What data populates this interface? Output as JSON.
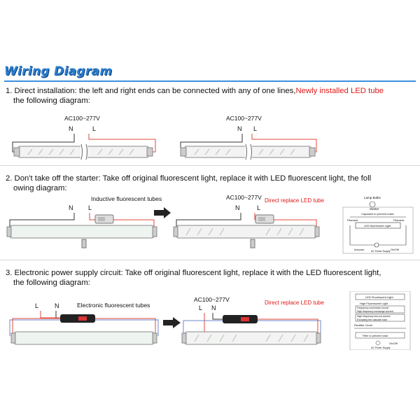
{
  "header": {
    "title": "Wiring Diagram"
  },
  "section1": {
    "text_a": "1. Direct installation: the left and right ends can be connected with any of one lines,",
    "text_red": "Newly installed LED tube",
    "text_b": "the following diagram:",
    "left_voltage": "AC100~277V",
    "left_n": "N",
    "left_l": "L",
    "right_voltage": "AC100~277V",
    "right_n": "N",
    "right_l": "L"
  },
  "section2": {
    "text_a": "2. Don't take off the starter: Take off original fluorescent light, replace it with LED fluorescent light, the foll",
    "text_b": "owing diagram:",
    "left_caption": "Inductive fluorescent tubes",
    "left_n": "N",
    "left_l": "L",
    "right_voltage": "AC100~277V",
    "right_n": "N",
    "right_l": "L",
    "right_caption": "Direct replace LED tube",
    "schem_lamp": "Lamp Bulbs",
    "schem_starter": "Starter",
    "schem_capacitor": "Capacitor to prevent noise",
    "schem_filament_l": "Filament",
    "schem_filament_r": "Filament",
    "schem_led": "LED fluorescent Light",
    "schem_inductor": "Inductor",
    "schem_ac": "AC Power Supply",
    "schem_onoff": "On/Off"
  },
  "section3": {
    "text_a": "3. Electronic power supply circuit: Take off original fluorescent light, replace it with the LED fluorescent light,",
    "text_b": "the following diagram:",
    "left_l": "L",
    "left_n": "N",
    "left_caption": "Electronic fluorescent tubes",
    "right_voltage": "AC100~277V",
    "right_l": "L",
    "right_n": "N",
    "right_caption": "Direct replace LED tube",
    "schem_led": "LED Fluorescent Light",
    "schem_hf": "High Fluorescent Light",
    "schem_freq": "Frequency conversion circuit",
    "schem_freq2": "High frequency exchange current",
    "schem_hf_lo": "High frequency low-cut current",
    "schem_hf_lo2": "Excluding the cascade load",
    "schem_rectifier": "Rectifier Circle",
    "schem_filter": "Filter to prevent noise",
    "schem_ac": "AC Power Supply",
    "schem_onoff": "On/Off"
  },
  "colors": {
    "title": "#2a7fd0",
    "accent_red": "#e01818",
    "wire_red": "#e24a3a",
    "wire_blue": "#6f86c9"
  }
}
